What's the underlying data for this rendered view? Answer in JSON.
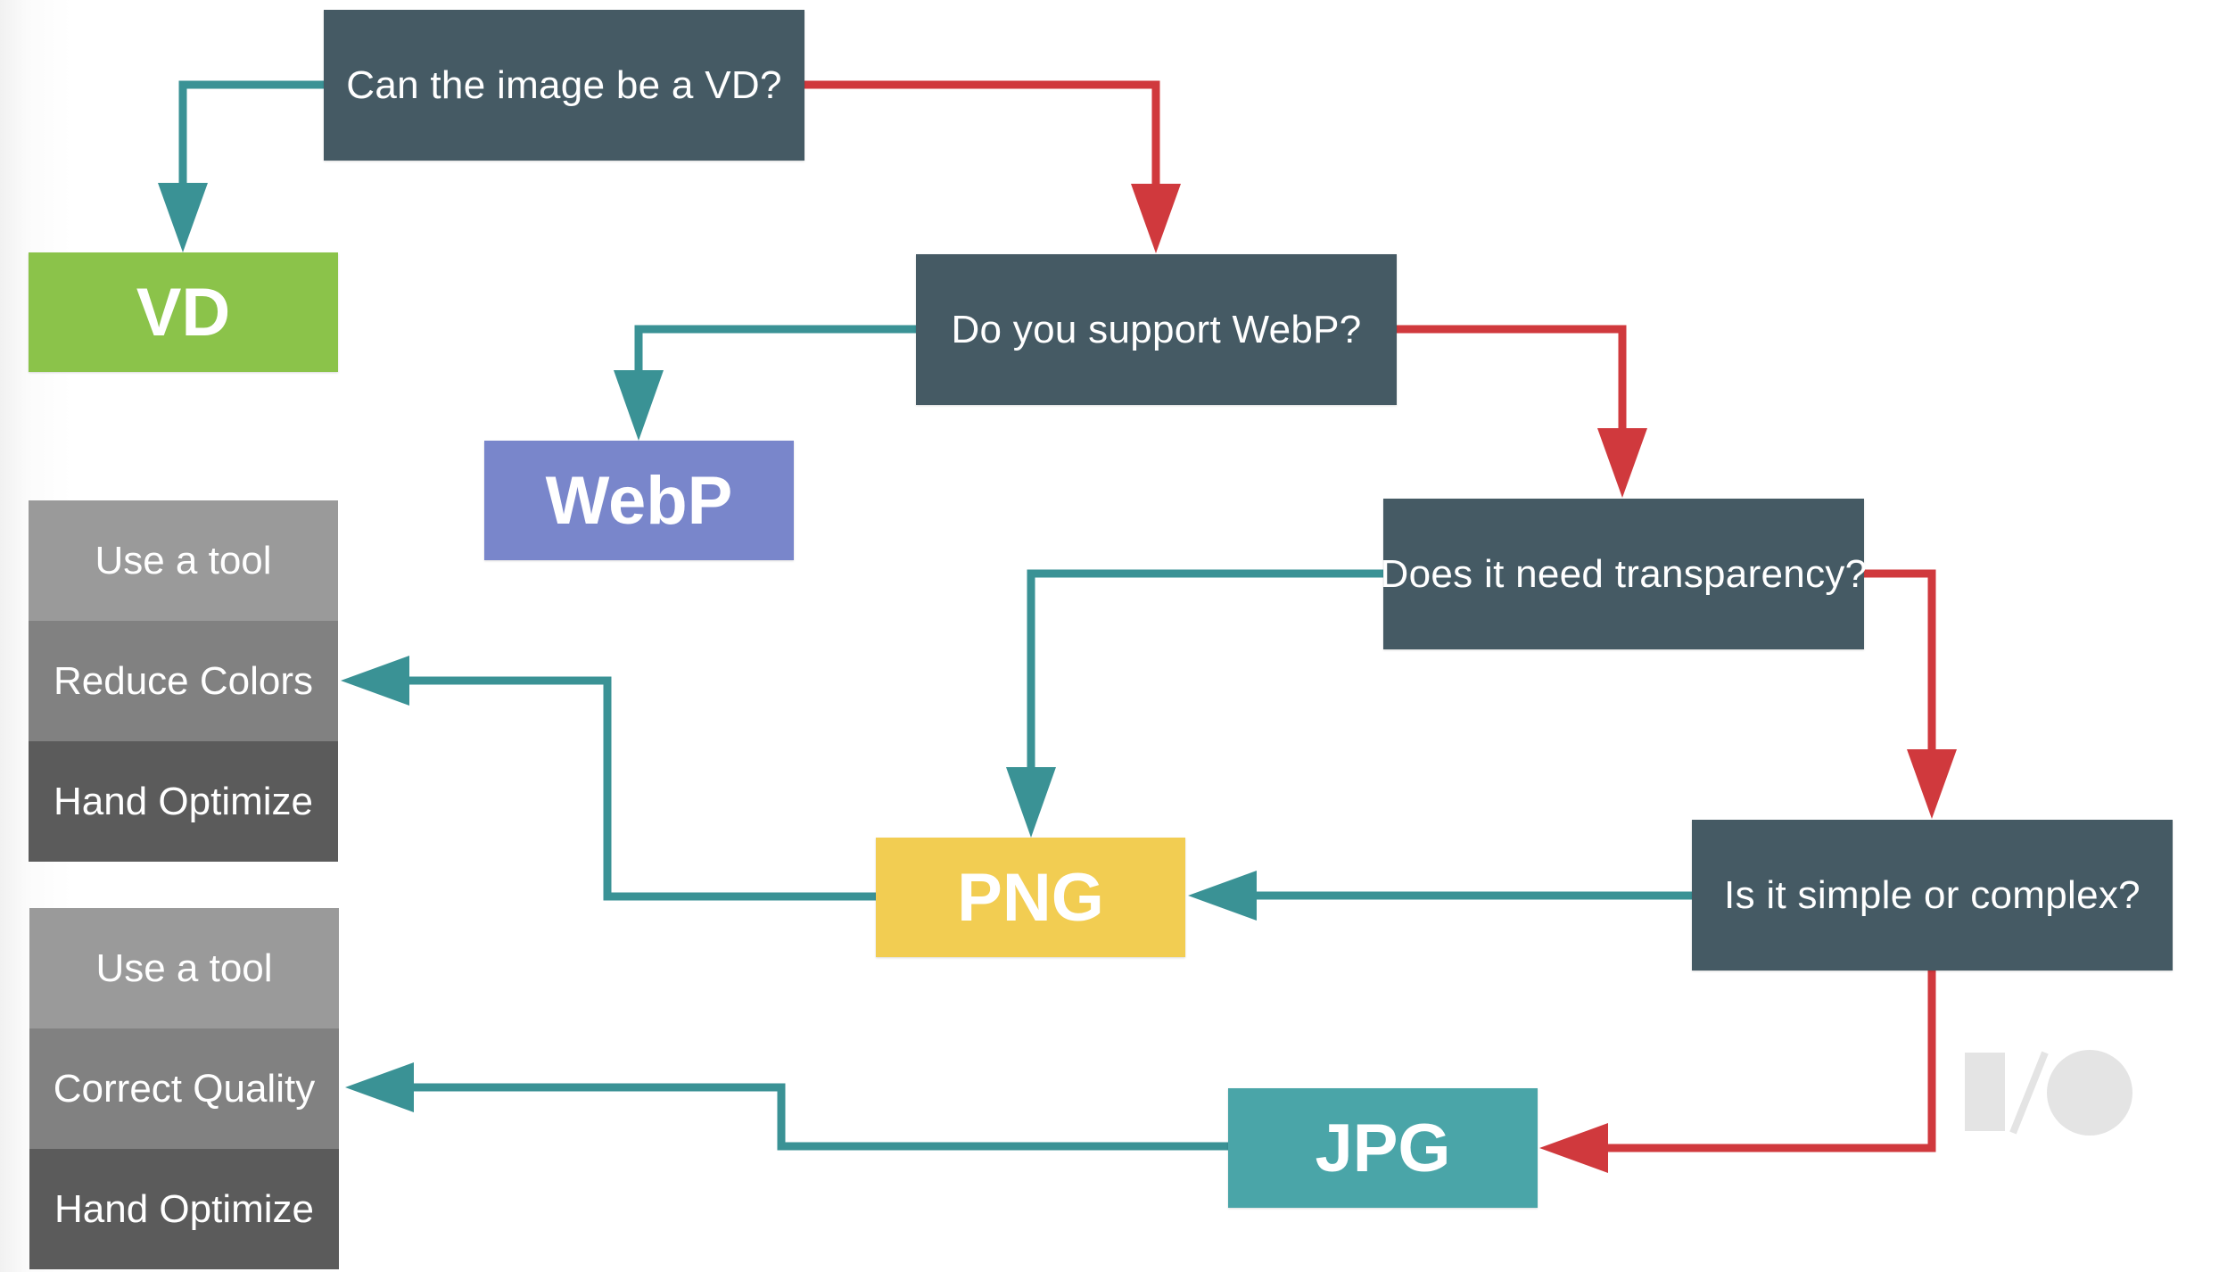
{
  "diagram": {
    "questions": {
      "q1": "Can the image be a VD?",
      "q2": "Do you support WebP?",
      "q3": "Does it need transparency?",
      "q4": "Is it simple or complex?"
    },
    "results": {
      "vd": "VD",
      "webp": "WebP",
      "png": "PNG",
      "jpg": "JPG"
    },
    "png_steps": [
      "Use a tool",
      "Reduce Colors",
      "Hand Optimize"
    ],
    "jpg_steps": [
      "Use a tool",
      "Correct Quality",
      "Hand Optimize"
    ]
  },
  "colors": {
    "question_box": "#455a64",
    "yes_arrow": "#3a9295",
    "no_arrow": "#d0393d",
    "vd": "#8bc34a",
    "webp": "#7986cb",
    "png": "#f2cd52",
    "jpg": "#4aa5a8"
  },
  "icons": {
    "logo": "google-io-logo"
  }
}
